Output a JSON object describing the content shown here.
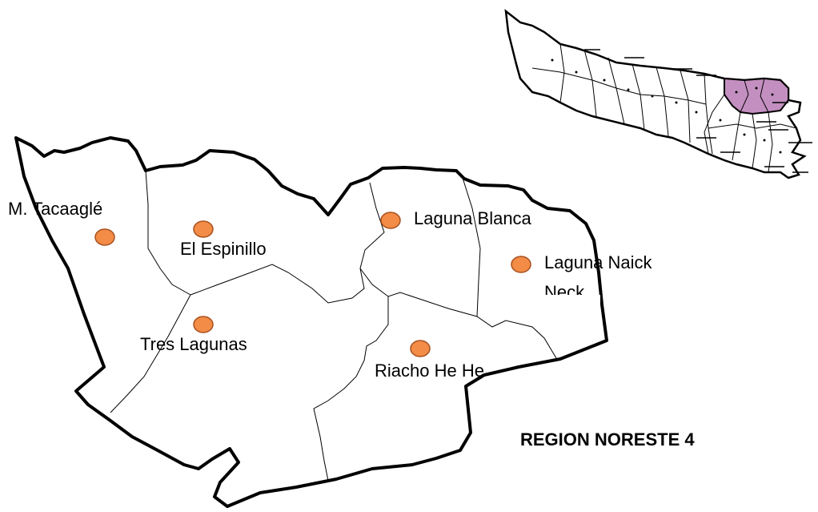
{
  "region_title": "REGION NORESTE 4",
  "localities": [
    {
      "name": "M. Tacaaglé"
    },
    {
      "name": "El Espinillo"
    },
    {
      "name": "Laguna Blanca"
    },
    {
      "name": "Laguna Naick"
    },
    {
      "name": "Neck"
    },
    {
      "name": "Tres Lagunas"
    },
    {
      "name": "Riacho He He"
    }
  ],
  "colors": {
    "marker_fill": "#f28c46",
    "marker_stroke": "#a8501f",
    "highlight_region": "#c38fc0",
    "border": "#000000",
    "background": "#ffffff"
  }
}
